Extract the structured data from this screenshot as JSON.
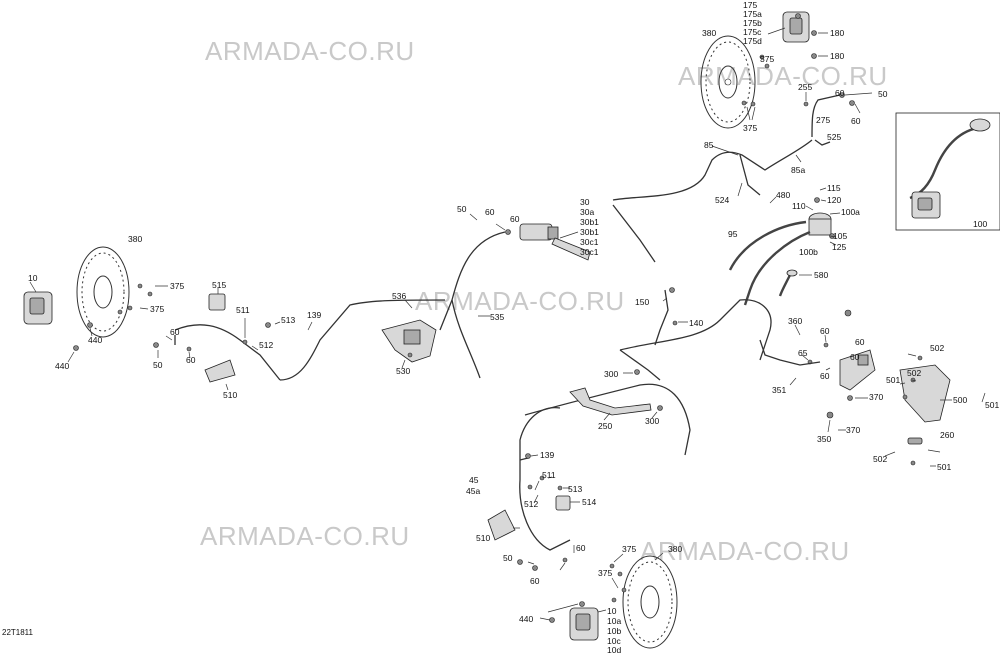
{
  "diagram_ref": "22T1811",
  "watermarks": [
    "ARMADA-CO.RU",
    "ARMADA-CO.RU",
    "ARMADA-CO.RU",
    "ARMADA-CO.RU",
    "ARMADA-CO.RU"
  ],
  "labels": {
    "l175": "175",
    "l175a": "175a",
    "l175b": "175b",
    "l175c": "175c",
    "l175d": "175d",
    "l180a": "180",
    "l180b": "180",
    "l380a": "380",
    "l375a": "375",
    "l375b": "375",
    "l255": "255",
    "l60a": "60",
    "l50a": "50",
    "l60b": "60",
    "l275": "275",
    "l525": "525",
    "l85": "85",
    "l85a": "85a",
    "l524": "524",
    "l480": "480",
    "l115": "115",
    "l120": "120",
    "l110": "110",
    "l100a": "100a",
    "l105": "105",
    "l95": "95",
    "l100b": "100b",
    "l125": "125",
    "l580": "580",
    "l100": "100",
    "l30": "30",
    "l30a": "30a",
    "l30b1": "30b1",
    "l30b1b": "30b1",
    "l30c1": "30c1",
    "l30c1b": "30c1",
    "l50b": "50",
    "l60c": "60",
    "l60d": "60",
    "l380b": "380",
    "l10": "10",
    "l375c": "375",
    "l375d": "375",
    "l440a": "440",
    "l440b": "440",
    "l515": "515",
    "l511a": "511",
    "l513a": "513",
    "l139a": "139",
    "l512a": "512",
    "l60e": "60",
    "l60f": "60",
    "l50c": "50",
    "l510a": "510",
    "l536": "536",
    "l535": "535",
    "l530": "530",
    "l150": "150",
    "l140": "140",
    "l300a": "300",
    "l300b": "300",
    "l250": "250",
    "l360": "360",
    "l60g": "60",
    "l65": "65",
    "l60h": "60",
    "l60i": "60",
    "l60j": "60",
    "l351": "351",
    "l370a": "370",
    "l370b": "370",
    "l350": "350",
    "l502a": "502",
    "l502b": "502",
    "l502c": "502",
    "l501a": "501",
    "l501b": "501",
    "l501c": "501",
    "l500": "500",
    "l260": "260",
    "l139b": "139",
    "l45": "45",
    "l45a": "45a",
    "l511b": "511",
    "l513b": "513",
    "l514": "514",
    "l512b": "512",
    "l510b": "510",
    "l50d": "50",
    "l60k": "60",
    "l60l": "60",
    "l375e": "375",
    "l375f": "375",
    "l380c": "380",
    "l440c": "440",
    "l10b": "10",
    "l10a": "10a",
    "l10bb": "10b",
    "l10c": "10c",
    "l10d": "10d"
  },
  "icons": [
    "brake-disc-icon",
    "brake-caliper-icon",
    "master-cylinder-icon",
    "brake-pedal-icon",
    "bracket-icon",
    "bolt-icon",
    "hose-icon"
  ]
}
